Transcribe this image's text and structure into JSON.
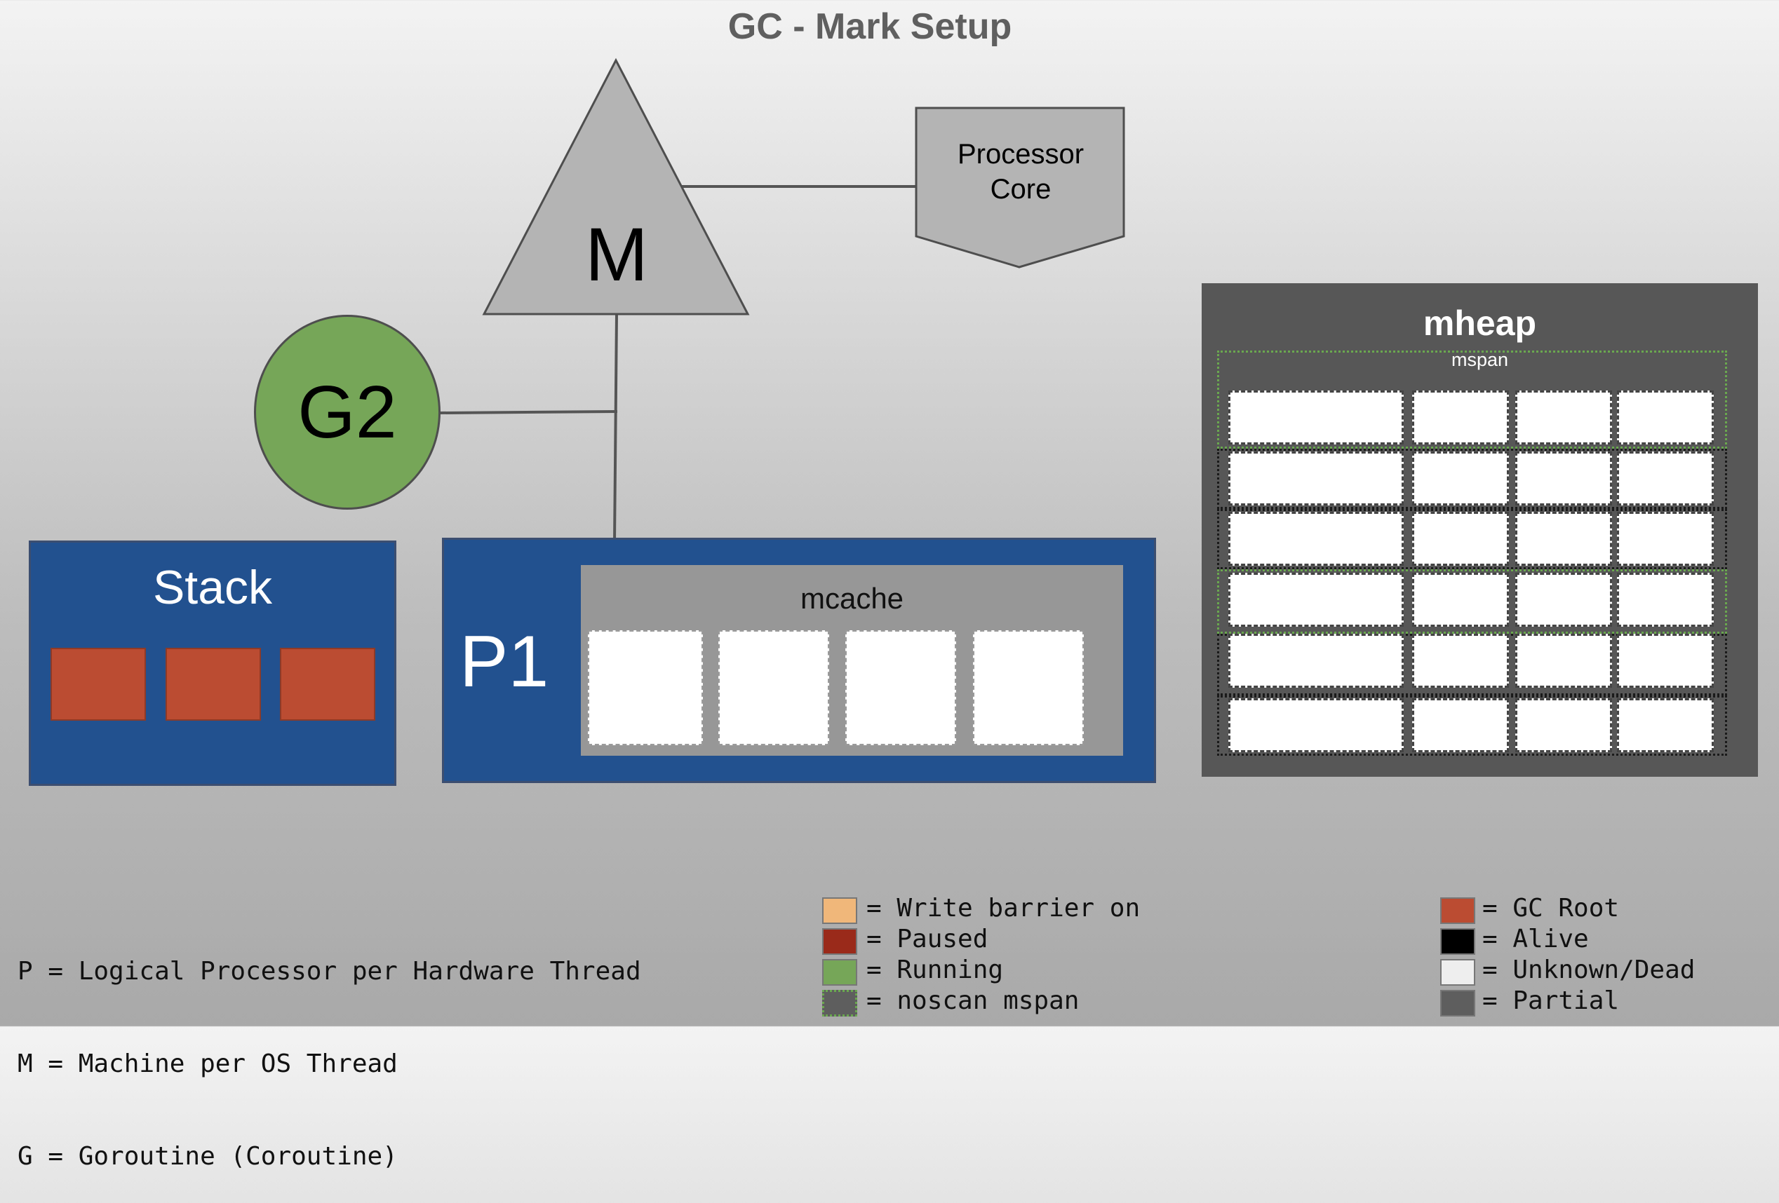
{
  "title": "GC - Mark Setup",
  "machine": {
    "label": "M"
  },
  "processor_core": {
    "label_line1": "Processor",
    "label_line2": "Core"
  },
  "goroutine": {
    "label": "G2",
    "color": "#76a658"
  },
  "stack": {
    "label": "Stack",
    "root_count": 3,
    "root_color": "#bb4c32"
  },
  "processor": {
    "label": "P1",
    "color": "#22518f"
  },
  "mcache": {
    "label": "mcache",
    "cell_count": 4
  },
  "mheap": {
    "label": "mheap",
    "mspan_label": "mspan",
    "rows": 6,
    "cols": 4
  },
  "legend": {
    "definitions": [
      "P = Logical Processor per Hardware Thread",
      "M = Machine per OS Thread",
      "G = Goroutine (Coroutine)"
    ],
    "states": [
      {
        "color": "#f0b77a",
        "text": "= Write barrier on"
      },
      {
        "color": "#9a2a1a",
        "text": "= Paused"
      },
      {
        "color": "#76a658",
        "text": "= Running"
      },
      {
        "color": "#5e5e5e",
        "text": "= noscan mspan"
      }
    ],
    "colors": [
      {
        "color": "#bb4c32",
        "text": "= GC Root"
      },
      {
        "color": "#000000",
        "text": "= Alive"
      },
      {
        "color": "#eeeeee",
        "text": "= Unknown/Dead"
      },
      {
        "color": "#5e5e5e",
        "text": "= Partial"
      }
    ]
  }
}
